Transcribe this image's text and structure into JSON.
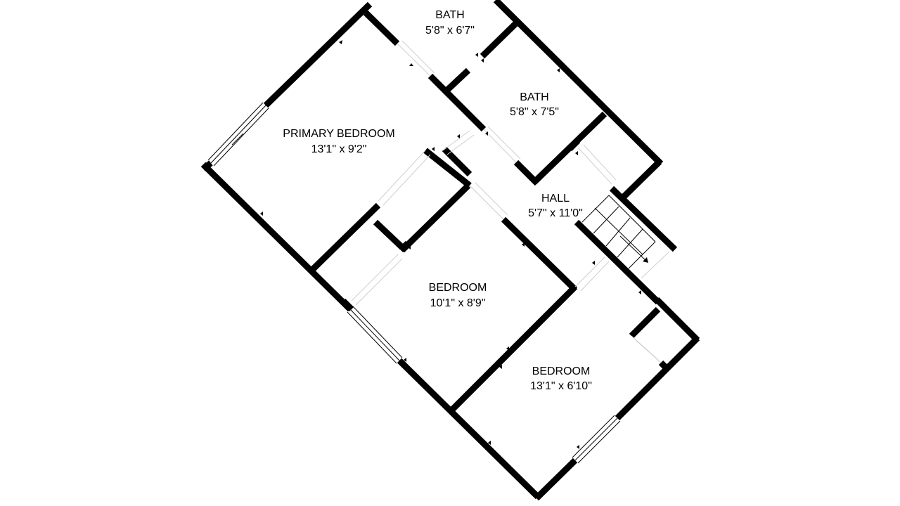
{
  "floorplan": {
    "rooms": [
      {
        "name": "BATH",
        "dimensions": "5'8\" x 6'7\""
      },
      {
        "name": "BATH",
        "dimensions": "5'8\" x 7'5\""
      },
      {
        "name": "PRIMARY BEDROOM",
        "dimensions": "13'1\" x 9'2\""
      },
      {
        "name": "HALL",
        "dimensions": "5'7\" x 11'0\""
      },
      {
        "name": "BEDROOM",
        "dimensions": "10'1\" x 8'9\""
      },
      {
        "name": "BEDROOM",
        "dimensions": "13'1\" x 6'10\""
      }
    ],
    "colors": {
      "wall": "#000000",
      "background": "#ffffff",
      "opening": "#cfcfcf"
    }
  }
}
